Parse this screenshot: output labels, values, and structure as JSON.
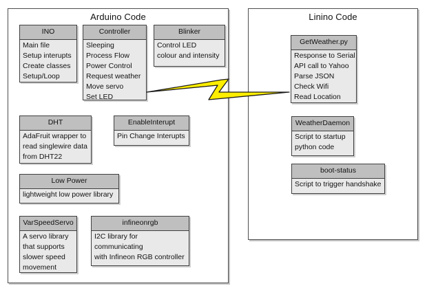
{
  "figure": {
    "arduino": {
      "title": "Arduino Code",
      "boxes": [
        {
          "title": "INO",
          "body": "Main file\nSetup interupts\nCreate classes\nSetup/Loop"
        },
        {
          "title": "Controller",
          "body": "Sleeping\nProcess Flow\nPower Control\nRequest weather\nMove servo\nSet LED"
        },
        {
          "title": "Blinker",
          "body": "Control LED\ncolour and intensity"
        },
        {
          "title": "DHT",
          "body": "AdaFruit wrapper to\nread singlewire data\nfrom DHT22"
        },
        {
          "title": "EnableInterupt",
          "body": "Pin Change Interupts"
        },
        {
          "title": "Low Power",
          "body": "lightweight low power library"
        },
        {
          "title": "VarSpeedServo",
          "body": "A servo library\nthat supports\nslower speed\nmovement"
        },
        {
          "title": "infineonrgb",
          "body": "I2C library for\ncommunicating\nwith Infineon RGB controller"
        }
      ]
    },
    "linino": {
      "title": "Linino Code",
      "boxes": [
        {
          "title": "GetWeather.py",
          "body": "Response to Serial\nAPI call to Yahoo\nParse JSON\nCheck Wifi\nRead Location"
        },
        {
          "title": "WeatherDaemon",
          "body": "Script to startup\npython code"
        },
        {
          "title": "boot-status",
          "body": "Script to trigger handshake"
        }
      ]
    },
    "connector": {
      "type": "lightning-bolt",
      "from": "Controller",
      "to": "GetWeather.py",
      "fill_color": "#ffee00",
      "outline_color": "#1a1a1a"
    },
    "colors": {
      "header_fill": "#bfbfbf",
      "body_fill": "#e9e9e9",
      "box_border": "#3f3f3f",
      "container_border": "#4d4d4d",
      "background": "#ffffff"
    }
  }
}
